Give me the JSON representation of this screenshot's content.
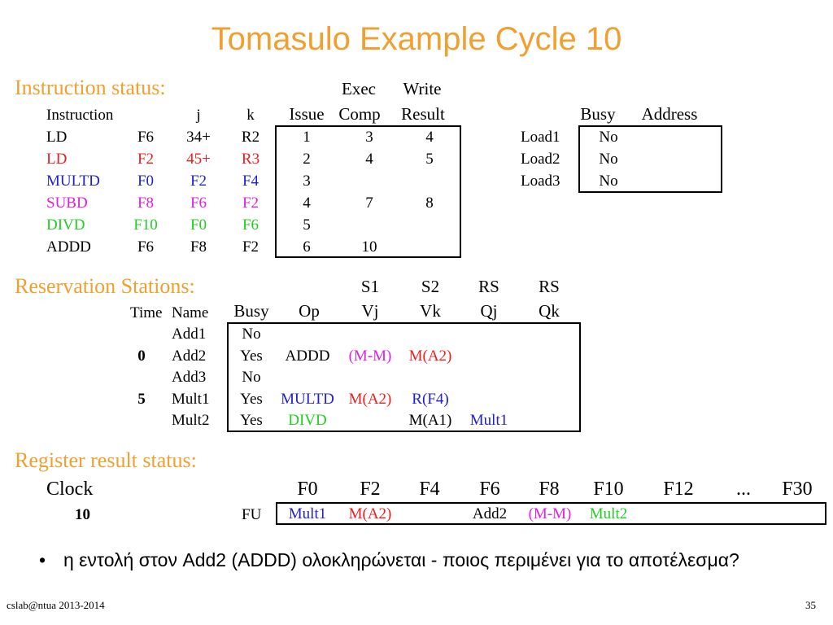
{
  "slide": {
    "title": "Tomasulo Example Cycle 10",
    "footer_left": "cslab@ntua 2013-2014",
    "page_number": "35"
  },
  "colors": {
    "orange": "#f0a030",
    "red": "#ee1c1c",
    "blue": "#2020d0",
    "magenta": "#e020e0",
    "green": "#20d020",
    "black": "#000000"
  },
  "instruction_status": {
    "heading": "Instruction status:",
    "headers": {
      "instruction": "Instruction",
      "j": "j",
      "k": "k",
      "issue": "Issue",
      "exec_top": "Exec",
      "exec_bottom": "Comp",
      "write_top": "Write",
      "write_bottom": "Result"
    },
    "rows": [
      {
        "op": "LD",
        "dest": "F6",
        "j": "34+",
        "k": "R2",
        "issue": "1",
        "exec": "3",
        "write": "4",
        "color": "black"
      },
      {
        "op": "LD",
        "dest": "F2",
        "j": "45+",
        "k": "R3",
        "issue": "2",
        "exec": "4",
        "write": "5",
        "color": "red"
      },
      {
        "op": "MULTD",
        "dest": "F0",
        "j": "F2",
        "k": "F4",
        "issue": "3",
        "exec": "",
        "write": "",
        "color": "blue"
      },
      {
        "op": "SUBD",
        "dest": "F8",
        "j": "F6",
        "k": "F2",
        "issue": "4",
        "exec": "7",
        "write": "8",
        "color": "magenta"
      },
      {
        "op": "DIVD",
        "dest": "F10",
        "j": "F0",
        "k": "F6",
        "issue": "5",
        "exec": "",
        "write": "",
        "color": "green"
      },
      {
        "op": "ADDD",
        "dest": "F6",
        "j": "F8",
        "k": "F2",
        "issue": "6",
        "exec": "10",
        "write": "",
        "color": "black"
      }
    ]
  },
  "load_buffers": {
    "headers": {
      "busy": "Busy",
      "address": "Address"
    },
    "rows": [
      {
        "name": "Load1",
        "busy": "No",
        "address": ""
      },
      {
        "name": "Load2",
        "busy": "No",
        "address": ""
      },
      {
        "name": "Load3",
        "busy": "No",
        "address": ""
      }
    ]
  },
  "reservation_stations": {
    "heading": "Reservation Stations:",
    "headers": {
      "time": "Time",
      "name": "Name",
      "busy": "Busy",
      "op": "Op",
      "s1": "S1",
      "vj": "Vj",
      "s2": "S2",
      "vk": "Vk",
      "rs_qj": "RS",
      "qj": "Qj",
      "rs_qk": "RS",
      "qk": "Qk"
    },
    "rows": [
      {
        "time": "",
        "name": "Add1",
        "busy": "No",
        "op": "",
        "vj": "",
        "vk": "",
        "qj": "",
        "qk": ""
      },
      {
        "time": "0",
        "name": "Add2",
        "busy": "Yes",
        "op": "ADDD",
        "vj": "(M-M)",
        "vk": "M(A2)",
        "qj": "",
        "qk": ""
      },
      {
        "time": "",
        "name": "Add3",
        "busy": "No",
        "op": "",
        "vj": "",
        "vk": "",
        "qj": "",
        "qk": ""
      },
      {
        "time": "5",
        "name": "Mult1",
        "busy": "Yes",
        "op": "MULTD",
        "vj": "M(A2)",
        "vk": "R(F4)",
        "qj": "",
        "qk": ""
      },
      {
        "time": "",
        "name": "Mult2",
        "busy": "Yes",
        "op": "DIVD",
        "vj": "",
        "vk": "M(A1)",
        "qj": "Mult1",
        "qk": ""
      }
    ]
  },
  "register_status": {
    "heading": "Register result status:",
    "clock_label": "Clock",
    "clock_value": "10",
    "fu_label": "FU",
    "registers": [
      "F0",
      "F2",
      "F4",
      "F6",
      "F8",
      "F10",
      "F12",
      "...",
      "F30"
    ],
    "values": [
      "Mult1",
      "M(A2)",
      "",
      "Add2",
      "(M-M)",
      "Mult2",
      "",
      "",
      ""
    ]
  },
  "note": {
    "bullet": "•",
    "text": "η εντολή στον Add2 (ADDD) ολοκληρώνεται - ποιος περιμένει για το αποτέλεσμα?"
  }
}
